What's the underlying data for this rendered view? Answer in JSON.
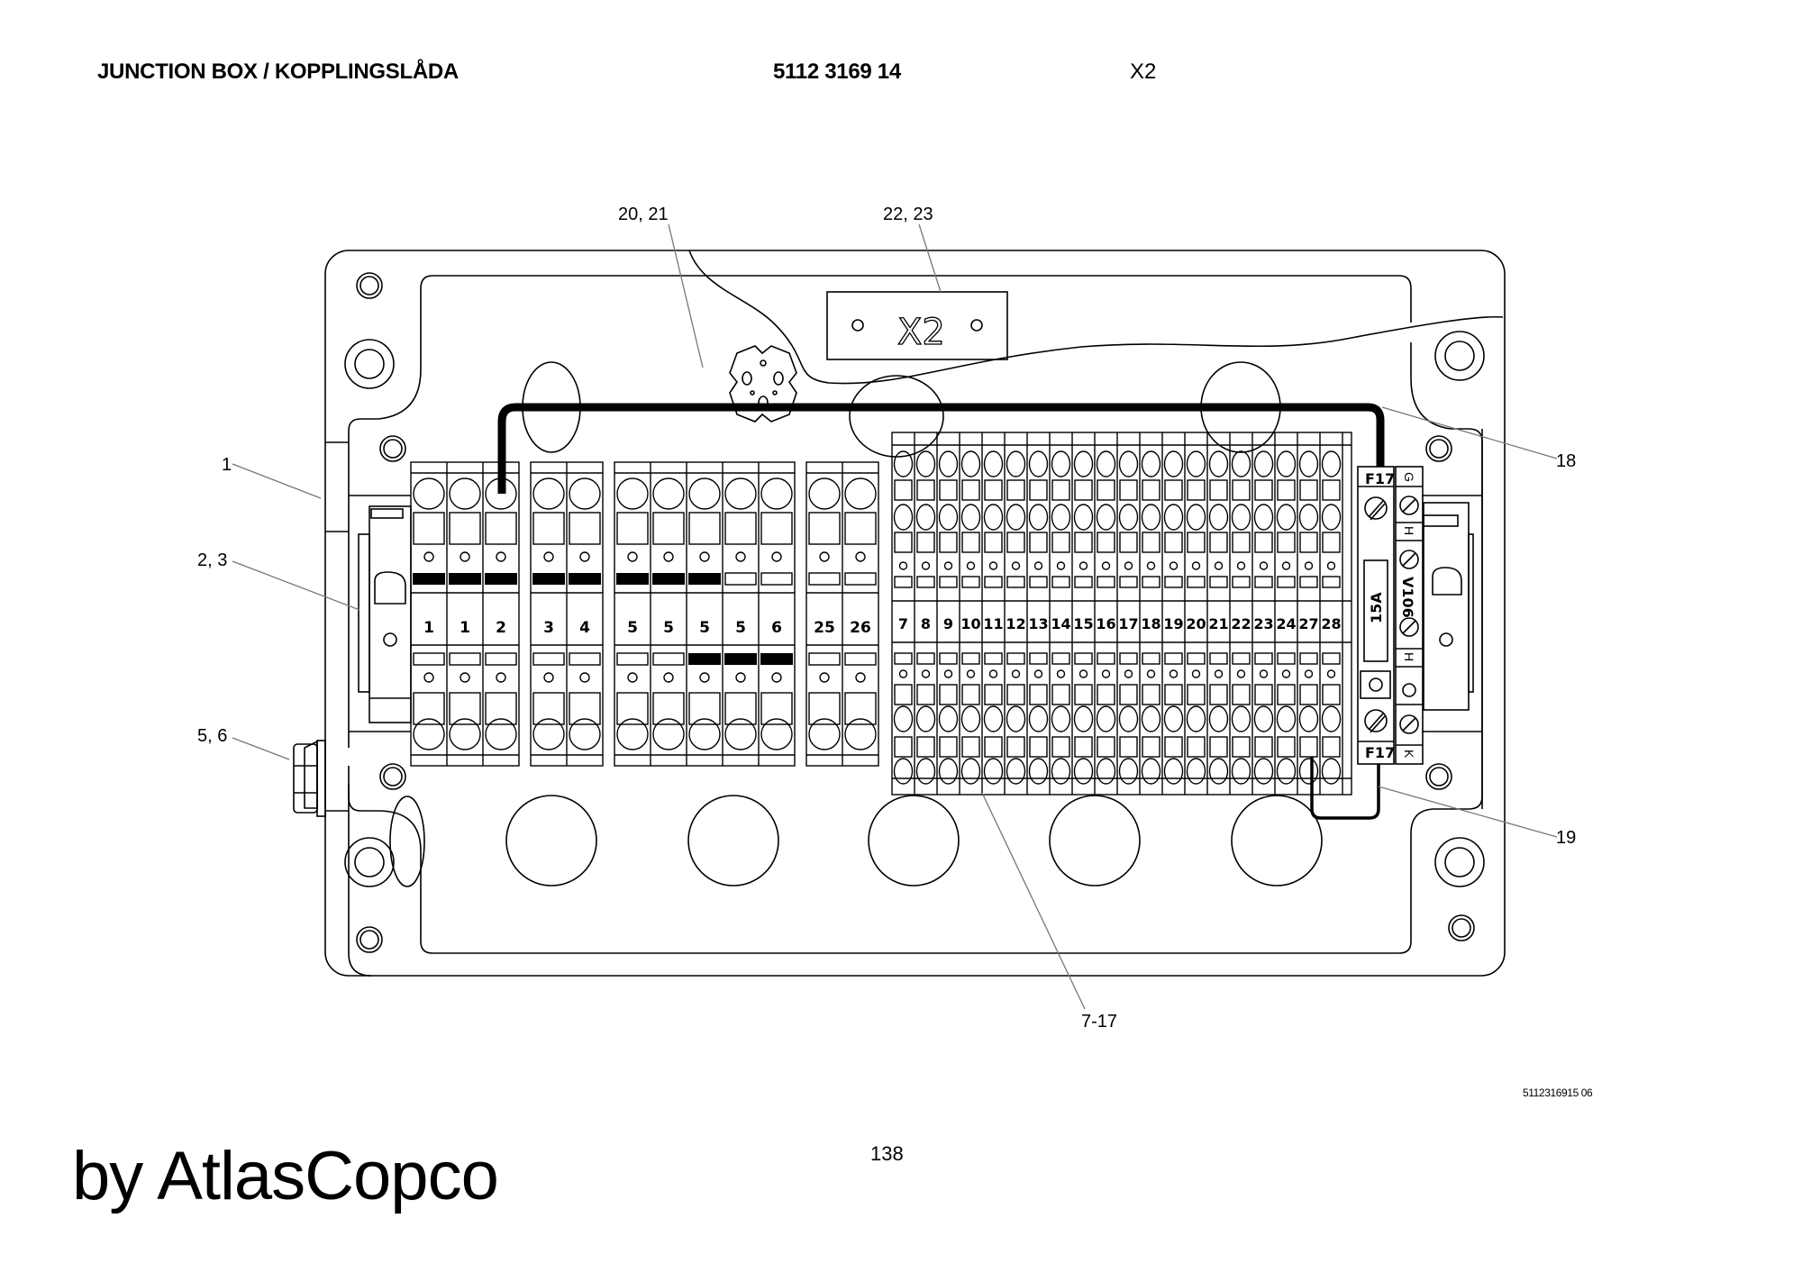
{
  "header": {
    "title": "JUNCTION BOX / KOPPLINGSLÅDA",
    "part_number": "5112 3169 14",
    "reference": "X2"
  },
  "diagram": {
    "nameplate_text": "X2",
    "callouts": [
      {
        "id": "c1",
        "label": "1"
      },
      {
        "id": "c23",
        "label": "2, 3"
      },
      {
        "id": "c56",
        "label": "5, 6"
      },
      {
        "id": "c2021",
        "label": "20, 21"
      },
      {
        "id": "c2223",
        "label": "22, 23"
      },
      {
        "id": "c18",
        "label": "18"
      },
      {
        "id": "c19",
        "label": "19"
      },
      {
        "id": "c717",
        "label": "7-17"
      }
    ],
    "large_terminal_groups": [
      {
        "terminals": [
          "1",
          "1",
          "2"
        ],
        "top_bridge": [
          true,
          true,
          true
        ],
        "bottom_bridge": [
          false,
          false,
          false
        ]
      },
      {
        "terminals": [
          "3",
          "4"
        ],
        "top_bridge": [
          true,
          true
        ],
        "bottom_bridge": [
          false,
          false
        ]
      },
      {
        "terminals": [
          "5",
          "5",
          "5",
          "5",
          "6"
        ],
        "top_bridge": [
          true,
          true,
          true,
          false,
          false
        ],
        "bottom_bridge": [
          false,
          false,
          true,
          true,
          true
        ]
      },
      {
        "terminals": [
          "25",
          "26"
        ],
        "top_bridge": [
          false,
          false
        ],
        "bottom_bridge": [
          false,
          false
        ]
      }
    ],
    "small_terminals": [
      "7",
      "8",
      "9",
      "10",
      "11",
      "12",
      "13",
      "14",
      "15",
      "16",
      "17",
      "18",
      "19",
      "20",
      "21",
      "22",
      "23",
      "24",
      "27",
      "28"
    ],
    "fuse": {
      "label_top": "F17",
      "label_bottom": "F17",
      "rating": "15A"
    },
    "relay": {
      "label": "V106",
      "pin_top": "G",
      "pin_mid1": "H",
      "pin_mid2": "H",
      "pin_bottom": "K"
    },
    "colors": {
      "line": "#000000",
      "leader": "#777777",
      "background": "#ffffff"
    }
  },
  "footer": {
    "drawing_code": "5112316915 06",
    "page_number": "138",
    "brand": "by AtlasCopco"
  }
}
